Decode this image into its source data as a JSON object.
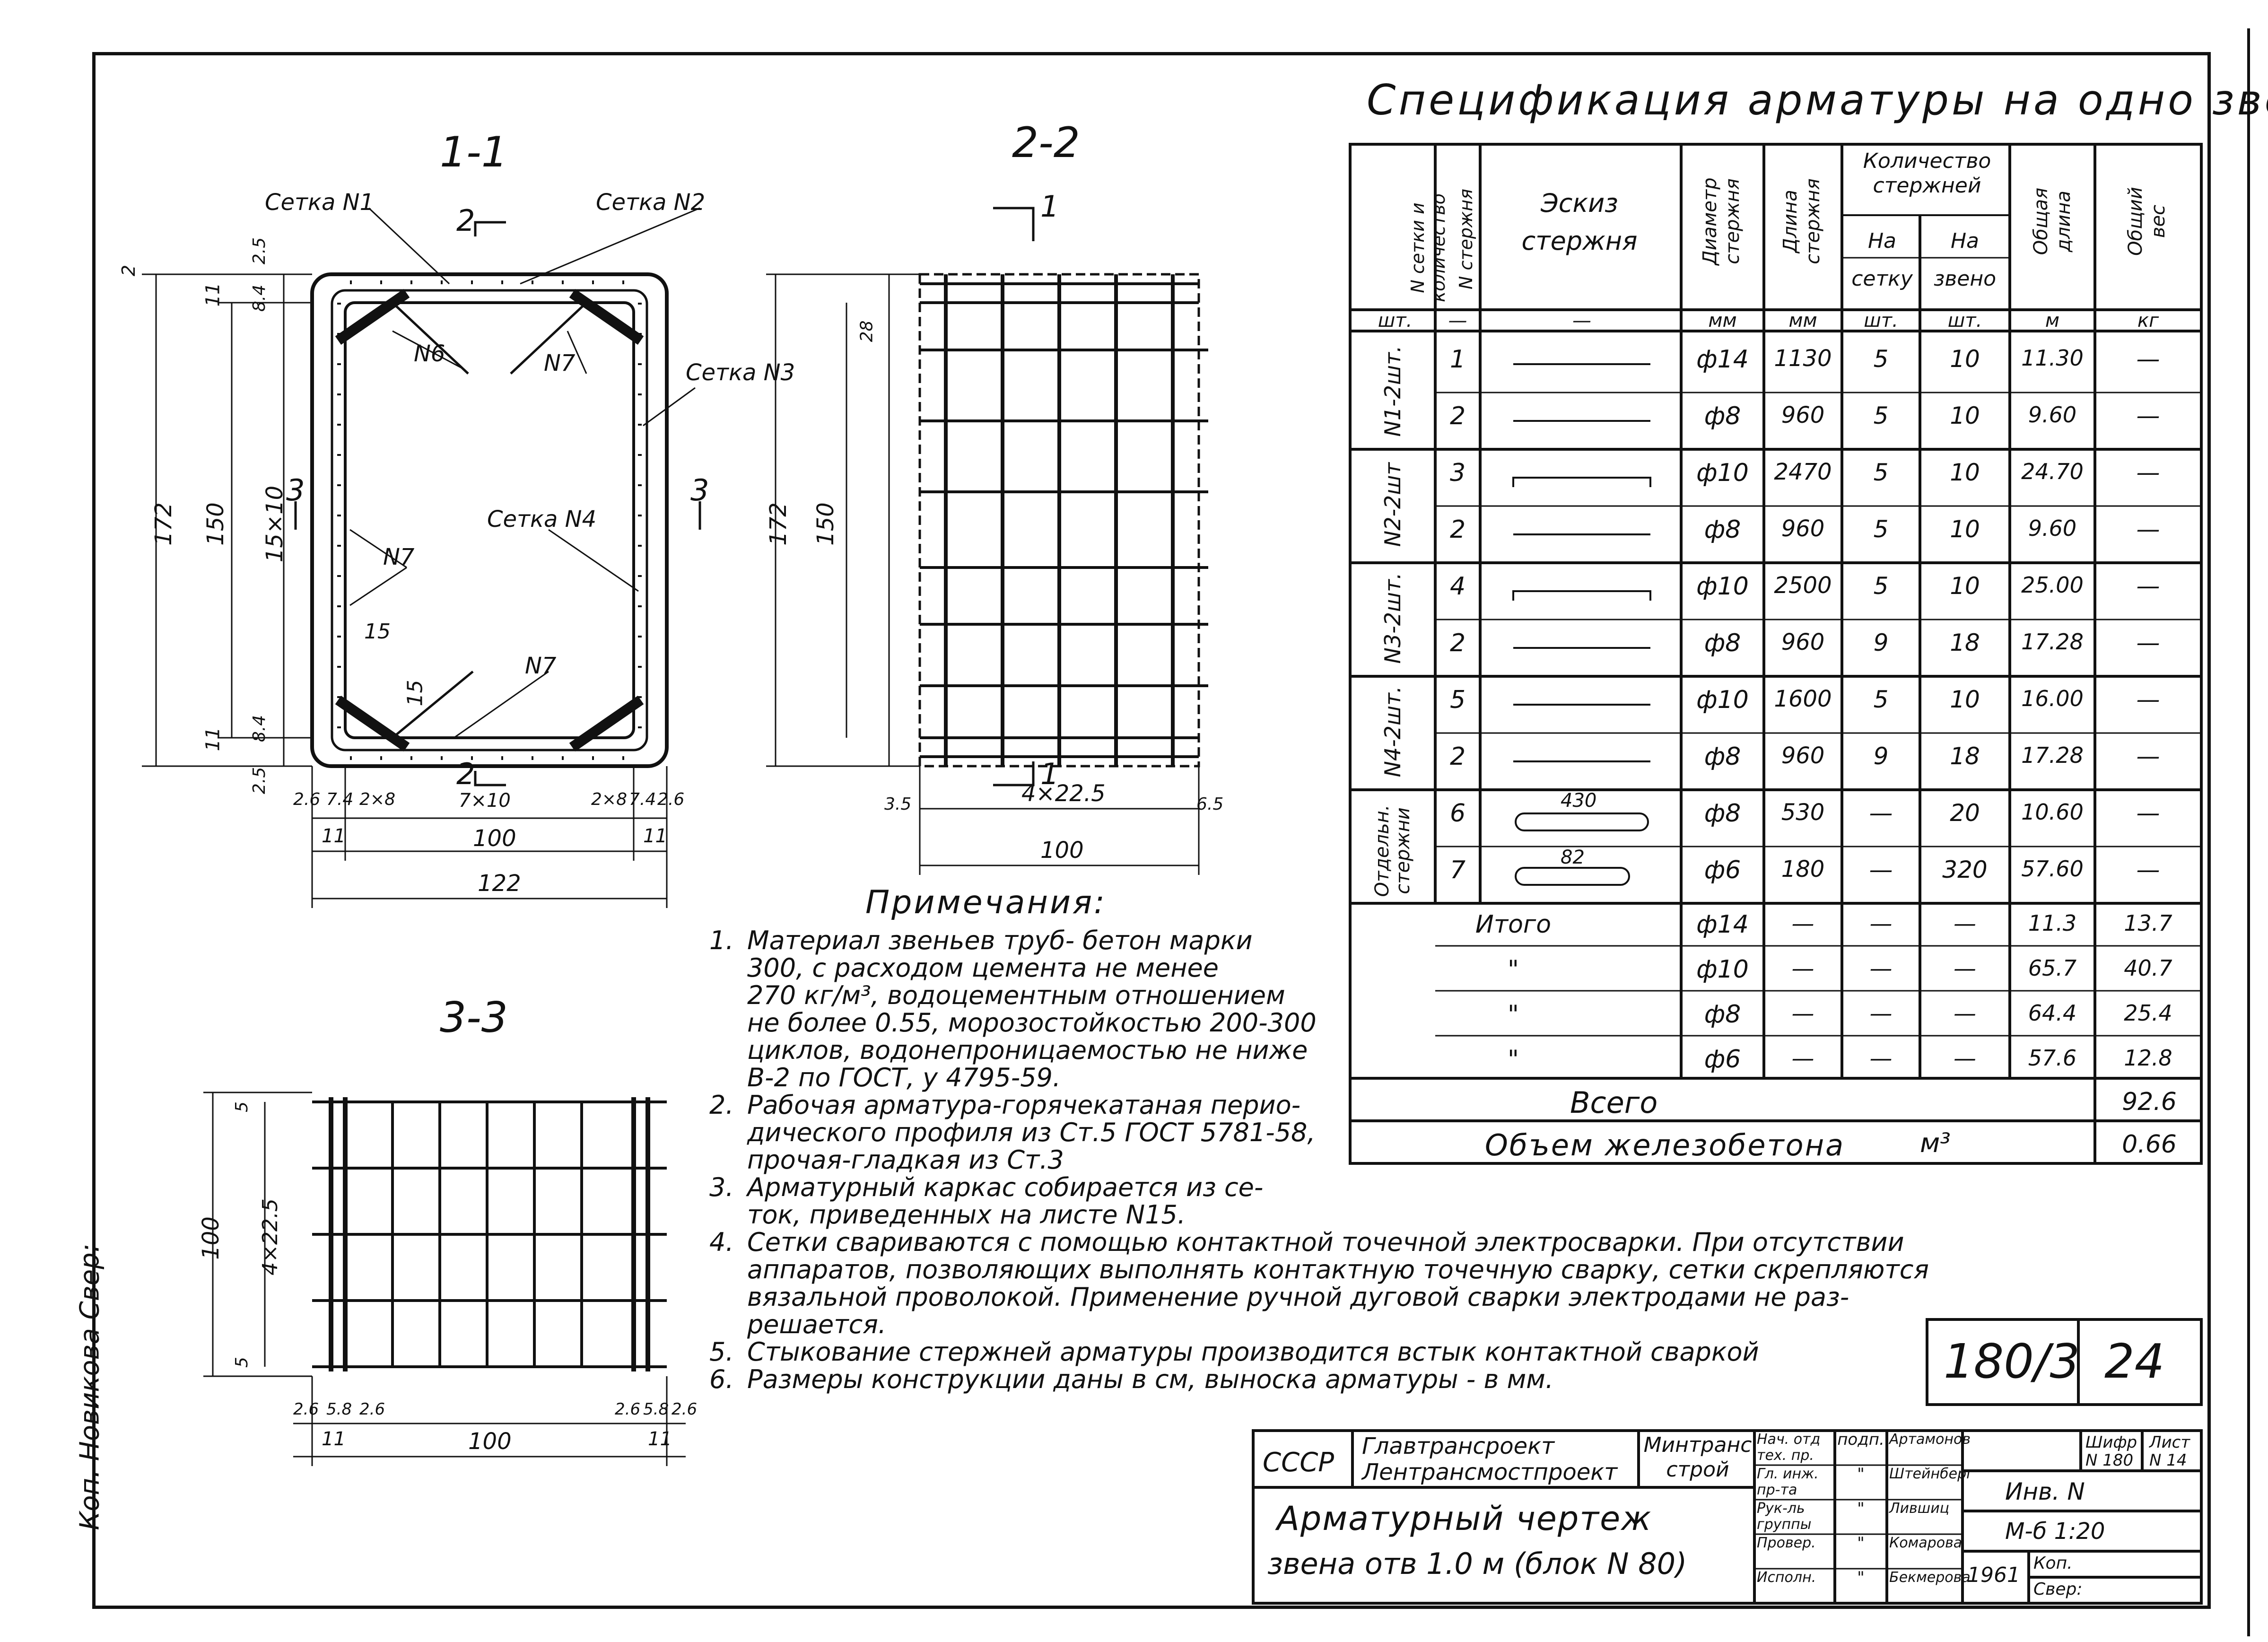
{
  "spec": {
    "title": "Спецификация арматуры на одно звено",
    "headers": {
      "setka": "N сетки и количество",
      "sterzh": "N стержня",
      "eskiz": "Эскиз стержня",
      "diam": "Диаметр стержня",
      "length": "Длина стержня",
      "qty_group": "Количество стержней",
      "qty_setka": "На сетку",
      "qty_zveno": "На звено",
      "total_len": "Общая длина",
      "total_wt": "Общий вес"
    },
    "units": [
      "шт.",
      "—",
      "—",
      "мм",
      "мм",
      "шт.",
      "шт.",
      "м",
      "кг"
    ],
    "groups": [
      "N1-2шт.",
      "N2-2шт",
      "N3-2шт.",
      "N4-2шт.",
      "Отдельн. стержни"
    ],
    "rows": [
      {
        "n": "1",
        "d": "ф14",
        "len": "1130",
        "s": "5",
        "z": "10",
        "tl": "11.30",
        "w": "—"
      },
      {
        "n": "2",
        "d": "ф8",
        "len": "960",
        "s": "5",
        "z": "10",
        "tl": "9.60",
        "w": "—"
      },
      {
        "n": "3",
        "d": "ф10",
        "len": "2470",
        "s": "5",
        "z": "10",
        "tl": "24.70",
        "w": "—"
      },
      {
        "n": "2",
        "d": "ф8",
        "len": "960",
        "s": "5",
        "z": "10",
        "tl": "9.60",
        "w": "—"
      },
      {
        "n": "4",
        "d": "ф10",
        "len": "2500",
        "s": "5",
        "z": "10",
        "tl": "25.00",
        "w": "—"
      },
      {
        "n": "2",
        "d": "ф8",
        "len": "960",
        "s": "9",
        "z": "18",
        "tl": "17.28",
        "w": "—"
      },
      {
        "n": "5",
        "d": "ф10",
        "len": "1600",
        "s": "5",
        "z": "10",
        "tl": "16.00",
        "w": "—"
      },
      {
        "n": "2",
        "d": "ф8",
        "len": "960",
        "s": "9",
        "z": "18",
        "tl": "17.28",
        "w": "—"
      },
      {
        "n": "6",
        "d": "ф8",
        "len": "530",
        "s": "—",
        "z": "20",
        "tl": "10.60",
        "w": "—",
        "sketch": "430"
      },
      {
        "n": "7",
        "d": "ф6",
        "len": "180",
        "s": "—",
        "z": "320",
        "tl": "57.60",
        "w": "—",
        "sketch": "82"
      }
    ],
    "totals": [
      {
        "label": "Итого",
        "d": "ф14",
        "a": "—",
        "b": "—",
        "c": "—",
        "tl": "11.3",
        "w": "13.7"
      },
      {
        "label": "\"",
        "d": "ф10",
        "a": "—",
        "b": "—",
        "c": "—",
        "tl": "65.7",
        "w": "40.7"
      },
      {
        "label": "\"",
        "d": "ф8",
        "a": "—",
        "b": "—",
        "c": "—",
        "tl": "64.4",
        "w": "25.4"
      },
      {
        "label": "\"",
        "d": "ф6",
        "a": "—",
        "b": "—",
        "c": "—",
        "tl": "57.6",
        "w": "12.8"
      }
    ],
    "vsego_label": "Всего",
    "vsego_value": "92.6",
    "volume_label": "Объем железобетона",
    "volume_unit": "м³",
    "volume_value": "0.66"
  },
  "sections": {
    "s11": "1-1",
    "s22": "2-2",
    "s33": "3-3",
    "setka1": "Сетка N1",
    "setka2": "Сетка N2",
    "setka3": "Сетка N3",
    "setka4": "Сетка N4",
    "n6": "N6",
    "n7a": "N7",
    "n7b": "N7",
    "n7c": "N7",
    "cut2": "2",
    "cut3": "3",
    "cut1": "1"
  },
  "dims": {
    "d172": "172",
    "d150": "150",
    "d15x10": "15×10",
    "d11": "11",
    "d2": "2",
    "d25": "2.5",
    "d84": "8.4",
    "d15": "15",
    "d26": "2.6",
    "d74": "7.4",
    "d2x8": "2×8",
    "d7x10": "7×10",
    "d100": "100",
    "d122": "122",
    "d286": "28",
    "d35": "3.5",
    "d4x225": "4×22.5",
    "d65": "6.5",
    "d5": "5",
    "d58": "5.8"
  },
  "notes": {
    "heading": "Примечания:",
    "items": [
      {
        "num": "1.",
        "text": "Материал звеньев труб- бетон марки\n300, с расходом цемента не менее\n270 кг/м³, водоцементным отношением\nне более 0.55, морозостойкостью 200-300\nциклов, водонепроницаемостью не ниже\nВ-2 по ГОСТ, у 4795-59."
      },
      {
        "num": "2.",
        "text": "Рабочая арматура-горячекатаная перио-\nдического профиля из Ст.5 ГОСТ 5781-58,\nпрочая-гладкая из Ст.3"
      },
      {
        "num": "3.",
        "text": "Арматурный каркас собирается из се-\nток, приведенных на листе N15."
      },
      {
        "num": "4.",
        "text": "Сетки свариваются с помощью контактной точечной электросварки. При отсутствии\nаппаратов, позволяющих выполнять контактную точечную сварку, сетки скрепляются\nвязальной проволокой. Применение ручной дуговой сварки электродами не раз-\nрешается."
      },
      {
        "num": "5.",
        "text": "Стыкование стержней арматуры производится встык контактной сваркой"
      },
      {
        "num": "6.",
        "text": "Размеры конструкции даны в см, выноска арматуры - в мм."
      }
    ]
  },
  "sheet_box": {
    "code": "180/3",
    "sheet": "24"
  },
  "title_block": {
    "ussr": "СССР",
    "org1": "Главтрансроект",
    "org2": "Лентрансмостпроект",
    "ministry": "Минтранс строй",
    "drawing_title_1": "Арматурный чертеж",
    "drawing_title_2": "звена отв 1.0 м (блок N 80)",
    "roles": [
      "Нач. отд тех. пр.",
      "Гл. инж. пр-та",
      "Рук-ль группы",
      "Провер.",
      "Исполн."
    ],
    "podp": [
      "подп.",
      "\"",
      "\"",
      "\"",
      "\""
    ],
    "names": [
      "Артамонов",
      "Штейнберг",
      "Лившиц",
      "Комарова",
      "Бекмерова"
    ],
    "shifr_label": "Шифр",
    "shifr": "N 180",
    "list_label": "Лист",
    "list": "N 14",
    "inv": "Инв. N",
    "scale": "М-б 1:20",
    "year": "1961",
    "kop": "Коп.",
    "sver": "Свер:"
  },
  "side_label": "Коп. Новикова Свер:"
}
